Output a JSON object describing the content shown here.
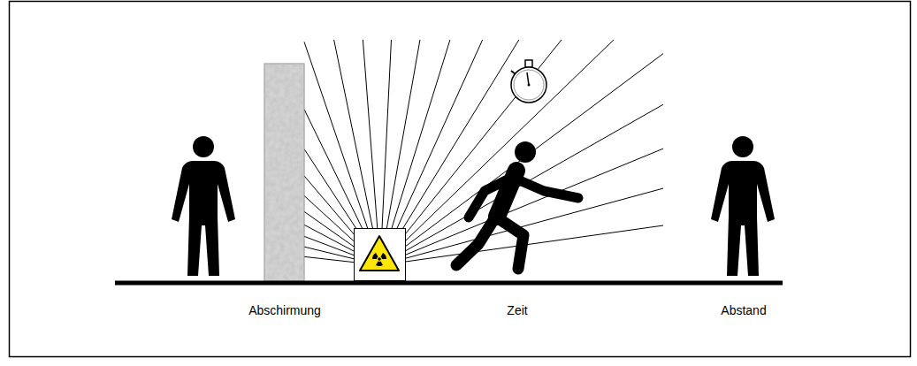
{
  "diagram": {
    "labels": [
      "Abschirmung",
      "Zeit",
      "Abstand"
    ]
  }
}
